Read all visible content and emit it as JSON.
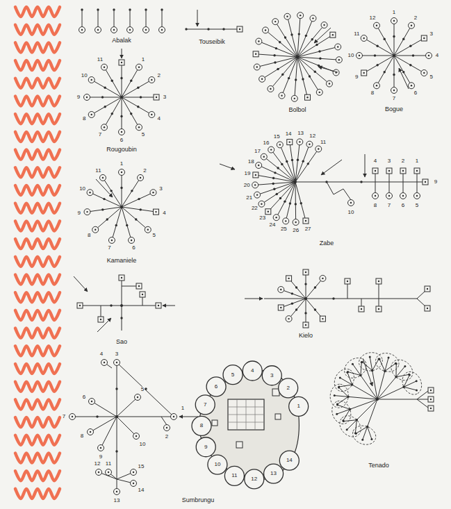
{
  "diagram": {
    "labels": [
      "Abalak",
      "Touseibik",
      "Bolbol",
      "1",
      "2",
      "3",
      "4",
      "5",
      "6",
      "7",
      "8",
      "9",
      "10",
      "11",
      "12",
      "Bogue",
      "1",
      "2",
      "3",
      "4",
      "5",
      "6",
      "7",
      "8",
      "9",
      "10",
      "11",
      "Rougoubin",
      "1",
      "2",
      "3",
      "4",
      "5",
      "6",
      "7",
      "8",
      "9",
      "10",
      "11",
      "12",
      "13",
      "14",
      "15",
      "16",
      "17",
      "18",
      "19",
      "20",
      "21",
      "22",
      "23",
      "24",
      "25",
      "26",
      "27",
      "Zabe",
      "1",
      "2",
      "3",
      "4",
      "5",
      "6",
      "7",
      "8",
      "9",
      "10",
      "11",
      "Kamaniele",
      "Sao",
      "Kielo",
      "1",
      "2",
      "3",
      "4",
      "5",
      "6",
      "7",
      "8",
      "9",
      "10",
      "11",
      "12",
      "13",
      "14",
      "15",
      "1",
      "2",
      "3",
      "4",
      "5",
      "6",
      "7",
      "8",
      "9",
      "10",
      "11",
      "12",
      "13",
      "14",
      "Sumbrungu",
      "Tenado"
    ]
  }
}
